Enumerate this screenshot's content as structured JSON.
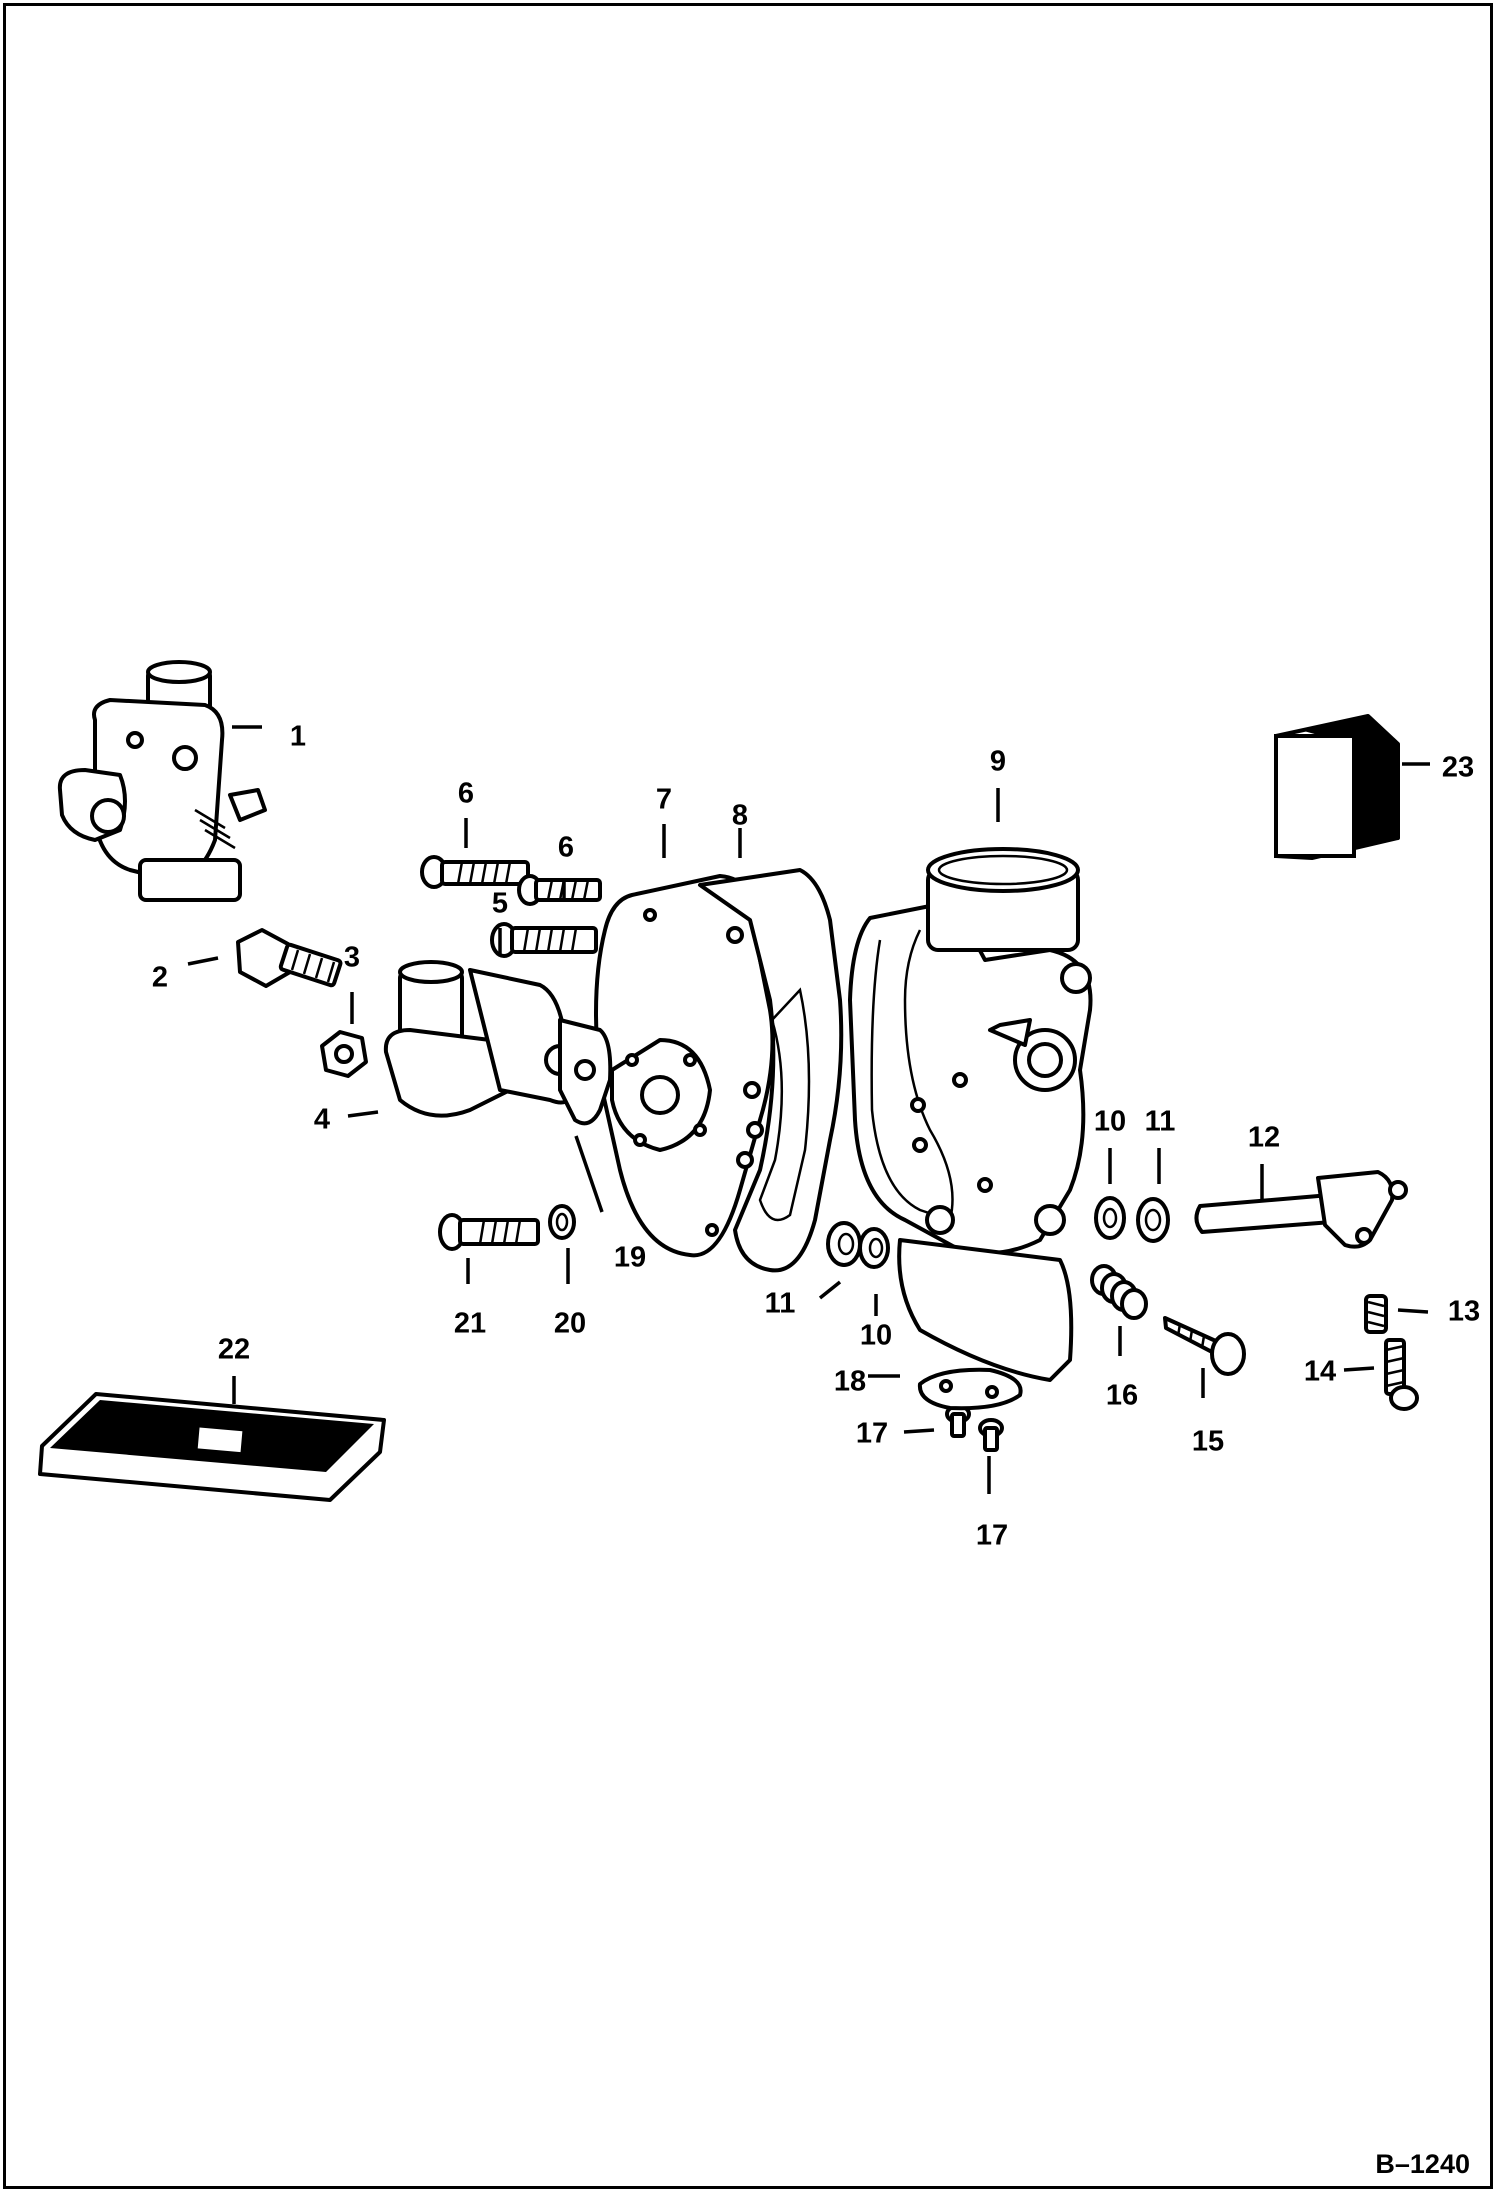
{
  "figure": {
    "reference": "B–1240",
    "callouts": [
      {
        "id": "c1",
        "text": "1"
      },
      {
        "id": "c2",
        "text": "2"
      },
      {
        "id": "c3",
        "text": "3"
      },
      {
        "id": "c4",
        "text": "4"
      },
      {
        "id": "c5",
        "text": "5"
      },
      {
        "id": "c6a",
        "text": "6"
      },
      {
        "id": "c6b",
        "text": "6"
      },
      {
        "id": "c7",
        "text": "7"
      },
      {
        "id": "c8",
        "text": "8"
      },
      {
        "id": "c9",
        "text": "9"
      },
      {
        "id": "c10a",
        "text": "10"
      },
      {
        "id": "c11a",
        "text": "11"
      },
      {
        "id": "c10b",
        "text": "10"
      },
      {
        "id": "c11b",
        "text": "11"
      },
      {
        "id": "c12",
        "text": "12"
      },
      {
        "id": "c13",
        "text": "13"
      },
      {
        "id": "c14",
        "text": "14"
      },
      {
        "id": "c15",
        "text": "15"
      },
      {
        "id": "c16",
        "text": "16"
      },
      {
        "id": "c17a",
        "text": "17"
      },
      {
        "id": "c17b",
        "text": "17"
      },
      {
        "id": "c18",
        "text": "18"
      },
      {
        "id": "c19",
        "text": "19"
      },
      {
        "id": "c20",
        "text": "20"
      },
      {
        "id": "c21",
        "text": "21"
      },
      {
        "id": "c22",
        "text": "22"
      },
      {
        "id": "c23",
        "text": "23"
      }
    ]
  }
}
